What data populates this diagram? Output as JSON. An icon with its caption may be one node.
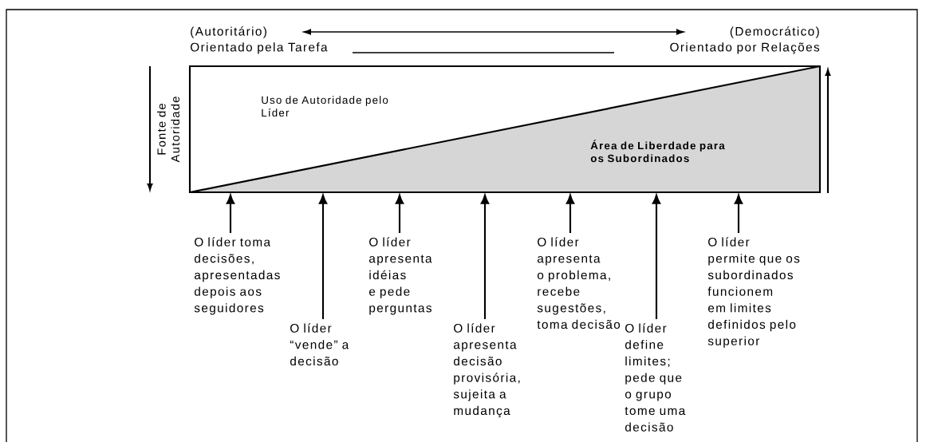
{
  "diagram": {
    "nodes": [
      {
        "text": [
          "Uso de Autoridade pelo Líder",
          "Área de Liberdade para os Subordinados"
        ]
      },
      {
        "text": [
          "O líder toma decisões, apresentadas depois aos seguidores"
        ]
      },
      {
        "text": [
          "O líder “vende” a decisão"
        ]
      },
      {
        "text": [
          "O líder apresenta idéias e pede perguntas"
        ]
      },
      {
        "text": [
          "O líder apresenta decisão provisória, sujeita a mudança"
        ]
      },
      {
        "text": [
          "O líder apresenta o problema, recebe sugestões, toma decisão"
        ]
      },
      {
        "text": [
          "O líder define limites; pede que o grupo tome uma decisão"
        ]
      },
      {
        "text": [
          "O líder permite que os subordinados funcionem em limites definidos pelo superior"
        ]
      }
    ],
    "edges": [
      {
        "from": 1,
        "to": 0,
        "arrow": "to"
      },
      {
        "from": 2,
        "to": 0,
        "arrow": "to"
      },
      {
        "from": 3,
        "to": 0,
        "arrow": "to"
      },
      {
        "from": 4,
        "to": 0,
        "arrow": "to"
      },
      {
        "from": 5,
        "to": 0,
        "arrow": "to"
      },
      {
        "from": 6,
        "to": 0,
        "arrow": "to"
      },
      {
        "from": 7,
        "to": 0,
        "arrow": "to"
      }
    ],
    "labels": [
      "(Autoritário)",
      "(Democrático)",
      "Orientado pela Tarefa",
      "Orientado por Relações",
      "Fonte de Autoridade"
    ]
  }
}
